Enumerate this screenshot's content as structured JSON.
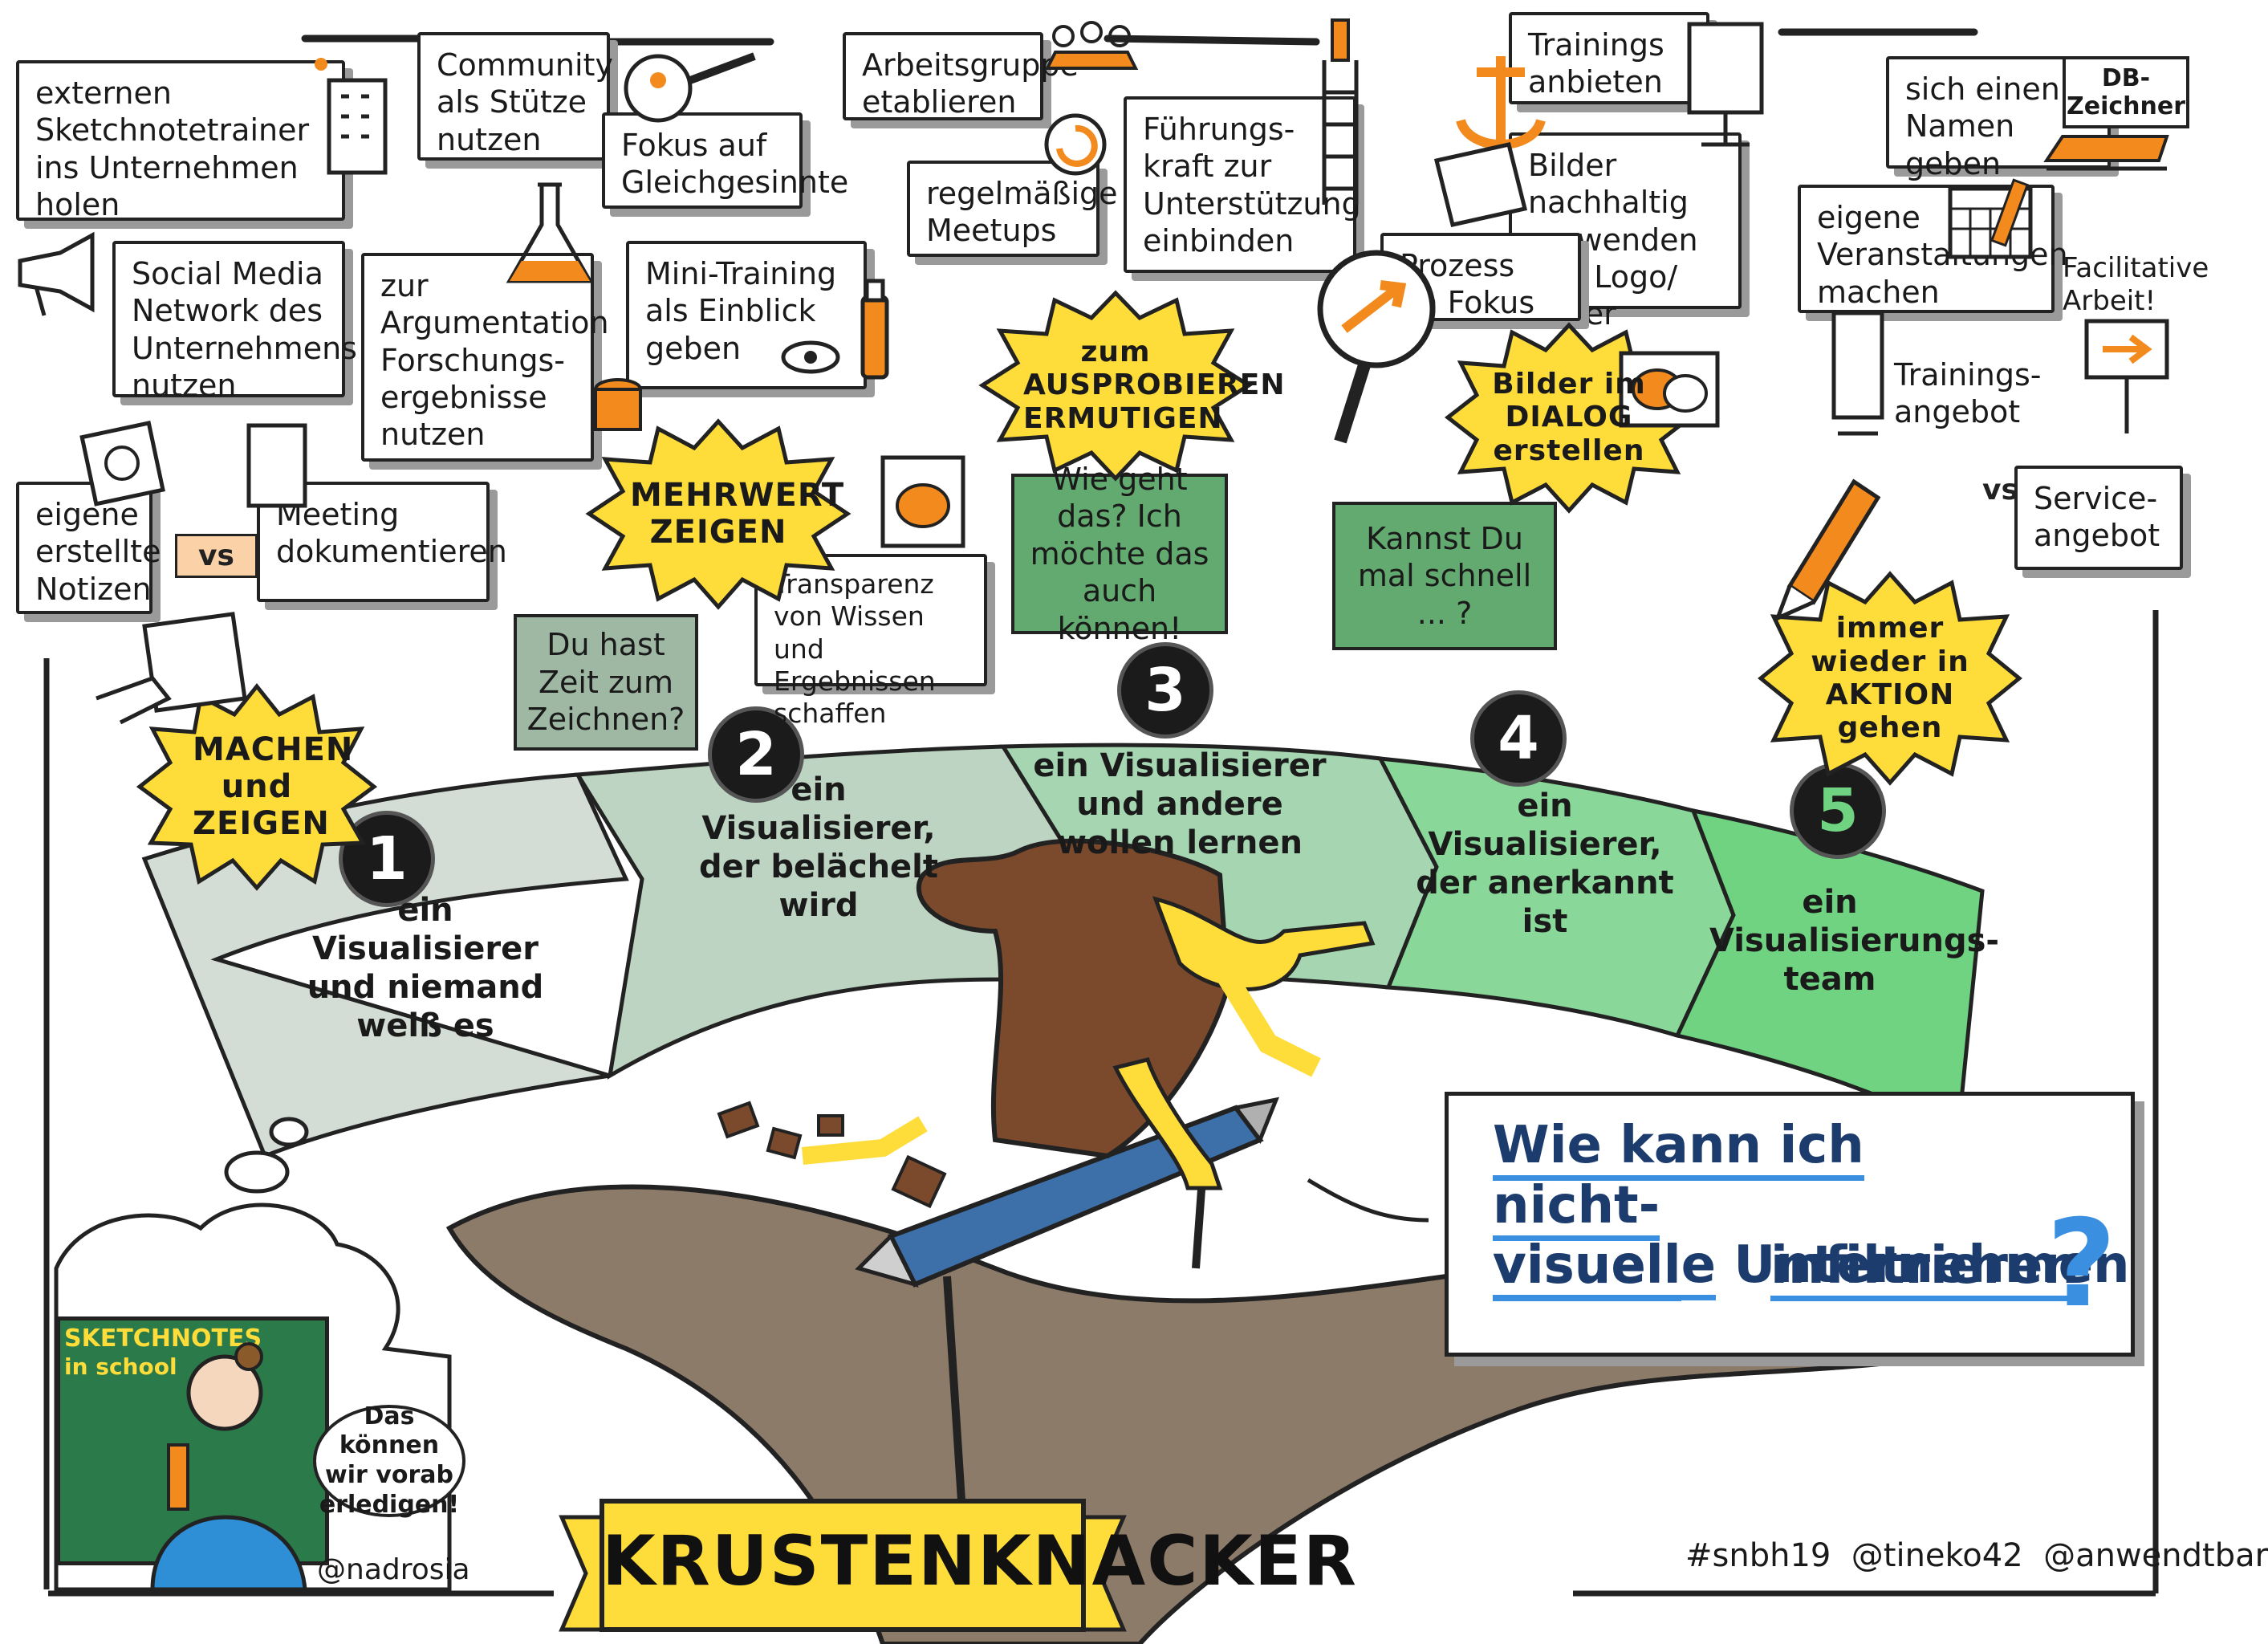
{
  "stages": [
    {
      "number": "1",
      "label": "ein Visualisierer und niemand weiß es"
    },
    {
      "number": "2",
      "label": "ein Visualisierer, der belächelt wird"
    },
    {
      "number": "3",
      "label": "ein Visualisierer und andere wollen lernen"
    },
    {
      "number": "4",
      "label": "ein Visualisierer, der anerkannt ist"
    },
    {
      "number": "5",
      "label": "ein Visualisierungs-team"
    }
  ],
  "notes": {
    "trainer": "externen Sketchnotetrainer ins Unternehmen holen",
    "social": "Social Media Network des Unternehmens nutzen",
    "forschung": "zur Argumentation Forschungs-ergebnisse nutzen",
    "community": "Community als Stütze nutzen",
    "fokus": "Fokus auf Gleichgesinnte",
    "minitraining": "Mini-Training als Einblick geben",
    "arbeitsgruppe": "Arbeitsgruppe etablieren",
    "meetups": "regelmäßige Meetups",
    "fuehrung": "Führungs-kraft zur Unterstützung einbinden",
    "trainings_anbieten": "Trainings anbieten",
    "nachhaltig": "Bilder nachhaltig verwenden z.B. Logo/ Anker",
    "prozess": "Prozess im Fokus",
    "namen": "sich einen Namen geben",
    "db": "DB-Zeichner",
    "veranstaltungen": "eigene Veranstaltungen machen",
    "facilitative": "Facilitative Arbeit!",
    "trainingsangebot": "Trainings-angebot",
    "vs1": "vs",
    "vs2": "vs",
    "serviceangebot": "Service-angebot",
    "eigene_notizen": "eigene erstellte Notizen",
    "meeting": "Meeting dokumentieren",
    "transparenz": "Transparenz von Wissen und Ergebnissen schaffen"
  },
  "bursts": {
    "machen": "MACHEN und ZEIGEN",
    "mehrwert": "MEHRWERT ZEIGEN",
    "ausprobieren": "zum AUSPROBIEREN ERMUTIGEN",
    "dialog": "Bilder im DIALOG erstellen",
    "aktion": "immer wieder in AKTION gehen"
  },
  "speech": {
    "zeit": "Du hast Zeit zum Zeichnen?",
    "wie": "Wie geht das? Ich möchte das auch können!",
    "schnell": "Kannst Du mal schnell ... ?",
    "vorab": "Das können wir vorab erledigen!"
  },
  "question": {
    "line1a": "Wie kann ich",
    "line2a": "nicht-visuelle",
    "line2b": "Unternehmen",
    "line3a": "visuell",
    "line3b": "infiltrieren",
    "mark": "?"
  },
  "board": {
    "line1": "SKETCHNOTES",
    "line2": "in school"
  },
  "credit": "@nadrosia",
  "title": "KRUSTENKNACKER",
  "hashtags": "#snbh19  @tineko42  @anwendtbar",
  "colors": {
    "stage1": "#d3ddd6",
    "stage2": "#bcd4c1",
    "stage3": "#a6d6b1",
    "stage4": "#8ad79a",
    "stage5": "#6fd381",
    "burst": "#fedc3a",
    "highlight": "#3a8fe0",
    "accent": "#f28a1e",
    "speech_green": "#62aa6f",
    "speech_gray": "#9eb8a3"
  }
}
